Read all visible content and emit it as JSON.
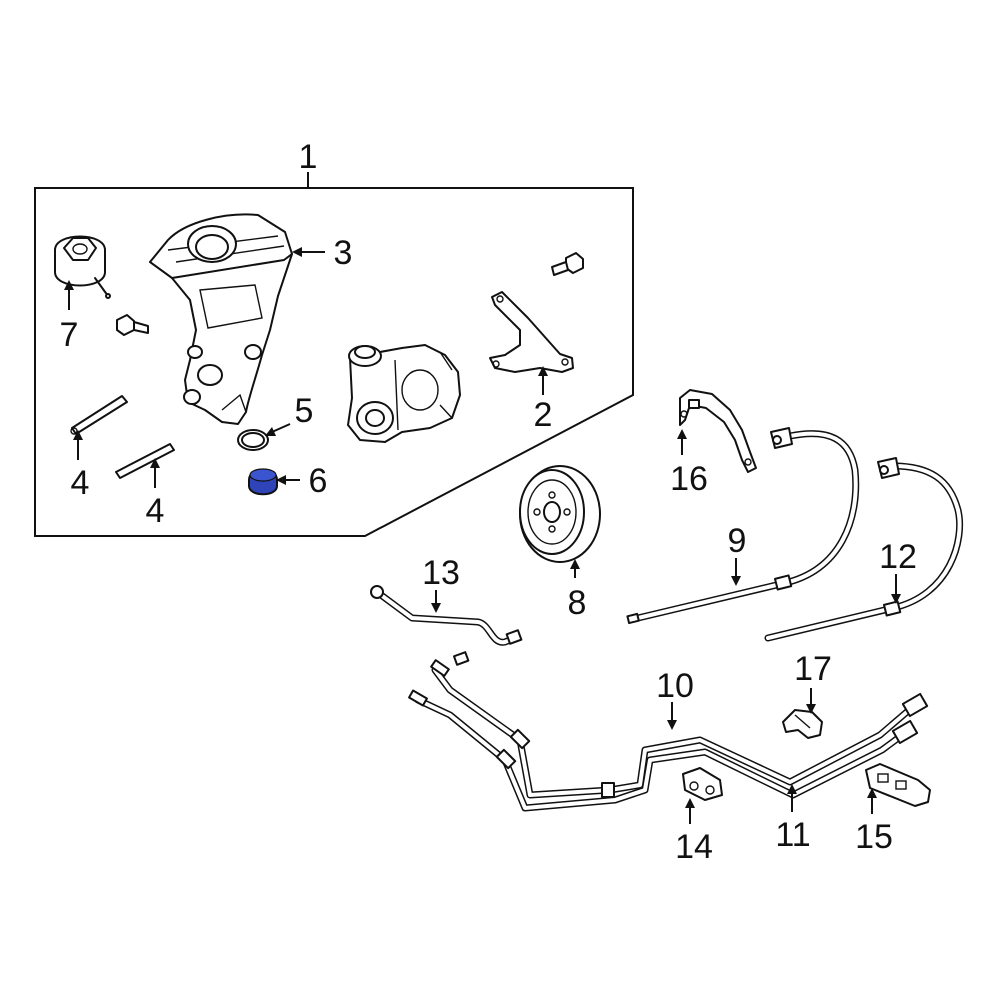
{
  "labels": {
    "p1": "1",
    "p2": "2",
    "p3": "3",
    "p4a": "4",
    "p4b": "4",
    "p5": "5",
    "p6": "6",
    "p7": "7",
    "p8": "8",
    "p9": "9",
    "p10": "10",
    "p11": "11",
    "p12": "12",
    "p13": "13",
    "p14": "14",
    "p15": "15",
    "p16": "16",
    "p17": "17"
  },
  "colors": {
    "highlight": "#2f44b8",
    "line": "#111111",
    "background": "#ffffff"
  }
}
